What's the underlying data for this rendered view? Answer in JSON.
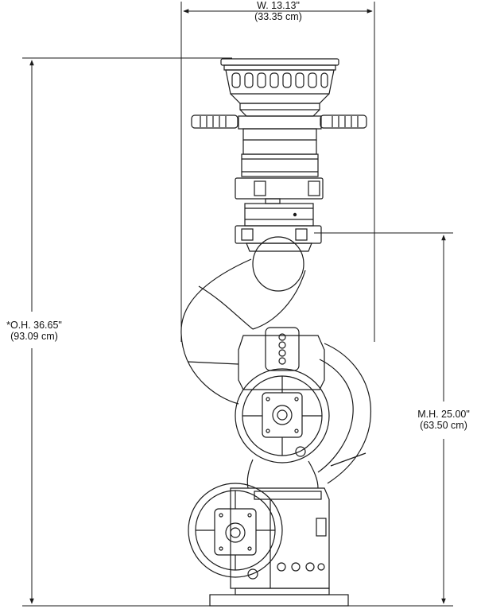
{
  "dimensions": {
    "width": {
      "line1": "W. 13.13\"",
      "line2": "(33.35 cm)"
    },
    "overall_height": {
      "line1": "*O.H. 36.65\"",
      "line2": "(93.09 cm)"
    },
    "monitor_height": {
      "line1": "M.H. 25.00\"",
      "line2": "(63.50 cm)"
    }
  },
  "colors": {
    "line": "#1a1a1a",
    "background": "#ffffff"
  }
}
